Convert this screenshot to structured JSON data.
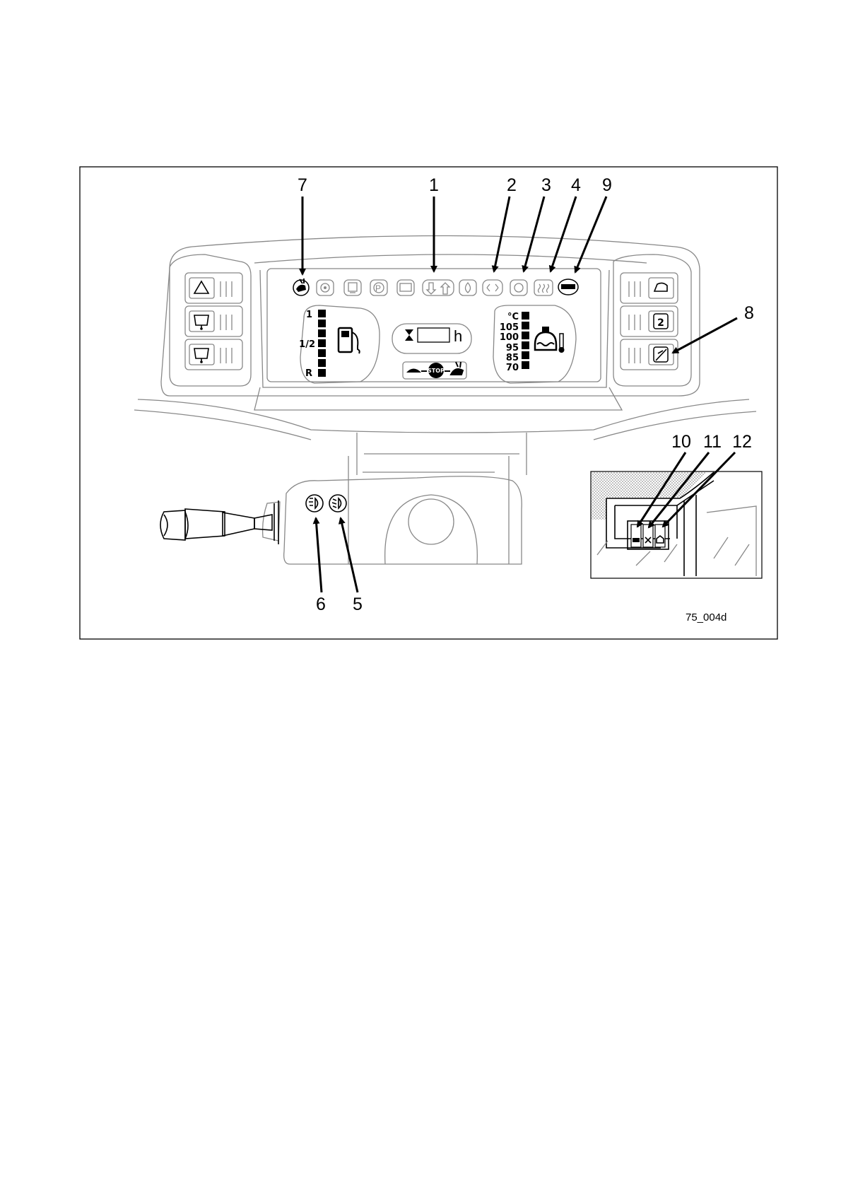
{
  "figure": {
    "code": "75_004d",
    "callouts": [
      "1",
      "2",
      "3",
      "4",
      "5",
      "6",
      "7",
      "8",
      "9",
      "10",
      "11",
      "12"
    ]
  },
  "fuel_gauge": {
    "labels": [
      "1",
      "1/2",
      "R"
    ],
    "icon": "fuel-pump-icon"
  },
  "hour_meter": {
    "unit": "h",
    "icon": "hourglass-icon"
  },
  "temp_gauge": {
    "labels": [
      "°C",
      "105",
      "100",
      "95",
      "85",
      "70"
    ],
    "icon": "coolant-temperature-icon"
  },
  "speed_indicator": {
    "label": "STOP",
    "icons": [
      "turtle-icon",
      "rabbit-icon"
    ]
  },
  "warning_lights": [
    "rabbit-icon",
    "oil-pressure-icon",
    "air-filter-icon",
    "parking-brake-icon",
    "battery-icon",
    "direction-arrows-icon",
    "fuel-drop-icon",
    "steering-icon",
    "brake-icon",
    "rear-defrost-icon",
    "travel-mode-icon"
  ],
  "colors": {
    "line": "#000000",
    "outline": "#888888",
    "background": "#ffffff"
  }
}
